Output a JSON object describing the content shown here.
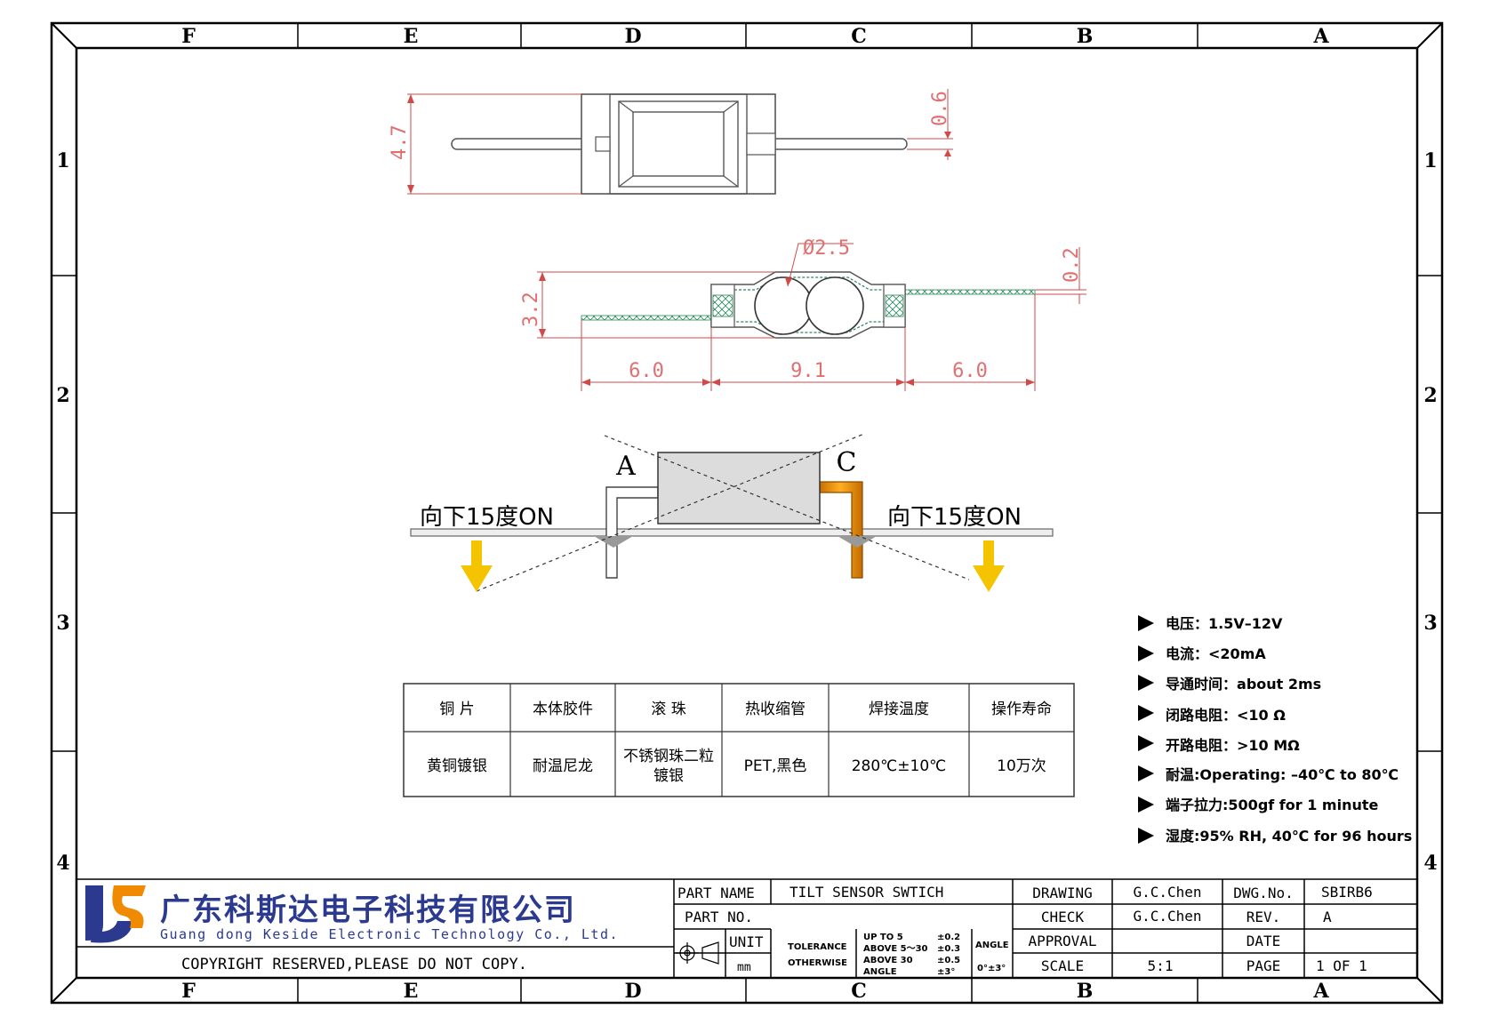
{
  "border": {
    "columns_top": [
      "F",
      "E",
      "D",
      "C",
      "B",
      "A"
    ],
    "columns_bottom": [
      "F",
      "E",
      "D",
      "C",
      "B",
      "A"
    ],
    "rows_left": [
      "1",
      "2",
      "3",
      "4"
    ],
    "rows_right": [
      "1",
      "2",
      "3",
      "4"
    ]
  },
  "top_view": {
    "dim_height": "4.7",
    "dim_lead": "0.6"
  },
  "side_view": {
    "dim_ball": "Ø2.5",
    "dim_thickness": "0.2",
    "dim_height": "3.2",
    "dim_left": "6.0",
    "dim_middle": "9.1",
    "dim_right": "6.0"
  },
  "tilt_view": {
    "label_a": "A",
    "label_c": "C",
    "left_text": "向下15度ON",
    "right_text": "向下15度ON",
    "arrow_color": "#F5C400",
    "lead_color": "#E68A00"
  },
  "materials": {
    "headers": [
      "铜  片",
      "本体胶件",
      "滚  珠",
      "热收缩管",
      "焊接温度",
      "操作寿命"
    ],
    "values": [
      "黄铜镀银",
      "耐温尼龙",
      "不锈钢珠二粒",
      "PET,黑色",
      "280℃±10℃",
      "10万次"
    ],
    "value3_line2": "镀银"
  },
  "specs": [
    {
      "label": "电压：",
      "value": "1.5V–12V"
    },
    {
      "label": "电流：",
      "value": "<20mA"
    },
    {
      "label": "导通时间：",
      "value": "about 2ms"
    },
    {
      "label": "闭路电阻：",
      "value": "<10 Ω"
    },
    {
      "label": "开路电阻：",
      "value": ">10 MΩ"
    },
    {
      "label": "耐温",
      "value": ":Operating: –40℃ to 80℃"
    },
    {
      "label": "端子拉力",
      "value": ":500gf for 1 minute"
    },
    {
      "label": "湿度",
      "value": ":95% RH, 40℃ for 96 hours"
    }
  ],
  "title_block": {
    "company_cn": "广东科斯达电子科技有限公司",
    "company_en": "Guang dong Keside  Electronic Technology Co., Ltd.",
    "copyright": "COPYRIGHT RESERVED,PLEASE DO NOT COPY.",
    "part_name_label": "PART NAME",
    "part_name_value": "TILT SENSOR SWTICH",
    "part_no_label": "PART NO.",
    "unit_label": "UNIT",
    "unit_value": "mm",
    "tolerance_label": "TOLERANCE",
    "otherwise_label": "OTHERWISE",
    "tol_row1_label": "UP TO 5",
    "tol_row1_value": "±0.2",
    "tol_row2_label": "ABOVE 5～30",
    "tol_row2_value": "±0.3",
    "tol_row3_label": "ABOVE 30",
    "tol_row3_value": "±0.5",
    "tol_row4_label": "ANGLE",
    "tol_row4_value": "±3°",
    "angle_label": "ANGLE",
    "angle_value": "0°±3°",
    "drawing_label": "DRAWING",
    "drawing_value": "G.C.Chen",
    "check_label": "CHECK",
    "check_value": "G.C.Chen",
    "approval_label": "APPROVAL",
    "scale_label": "SCALE",
    "scale_value": "5:1",
    "dwg_no_label": "DWG.No.",
    "dwg_no_value": "SBIRB6",
    "rev_label": "REV.",
    "rev_value": "A",
    "date_label": "DATE",
    "page_label": "PAGE",
    "page_value": "1 OF 1",
    "logo_color_blue": "#2B3A8F",
    "logo_color_orange": "#F08A00"
  }
}
